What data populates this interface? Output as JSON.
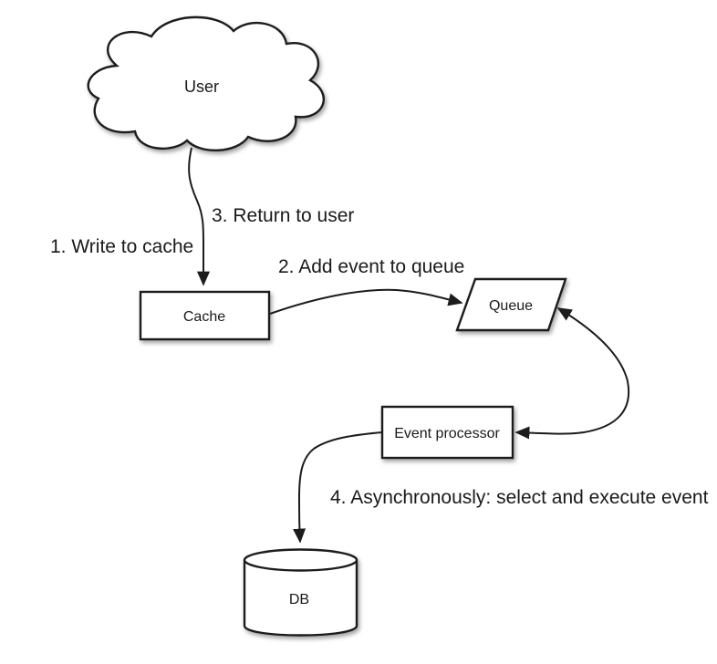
{
  "nodes": {
    "user": {
      "label": "User",
      "shape": "cloud"
    },
    "cache": {
      "label": "Cache",
      "shape": "rectangle"
    },
    "queue": {
      "label": "Queue",
      "shape": "parallelogram"
    },
    "event_processor": {
      "label": "Event processor",
      "shape": "rectangle"
    },
    "db": {
      "label": "DB",
      "shape": "cylinder"
    }
  },
  "edge_labels": {
    "step1": "1. Write to cache",
    "step2": "2. Add event to queue",
    "step3": "3. Return to user",
    "step4": "4. Asynchronously: select and execute event"
  },
  "edges": [
    {
      "from": "user",
      "to": "cache",
      "arrow": "single"
    },
    {
      "from": "cache",
      "to": "queue",
      "arrow": "single"
    },
    {
      "from": "queue",
      "to": "event_processor",
      "arrow": "double"
    },
    {
      "from": "event_processor",
      "to": "db",
      "arrow": "single"
    }
  ],
  "colors": {
    "background": "#ffffff",
    "shape_fill": "#ffffff",
    "stroke": "#1c1c1c",
    "text": "#1a1a1a"
  }
}
